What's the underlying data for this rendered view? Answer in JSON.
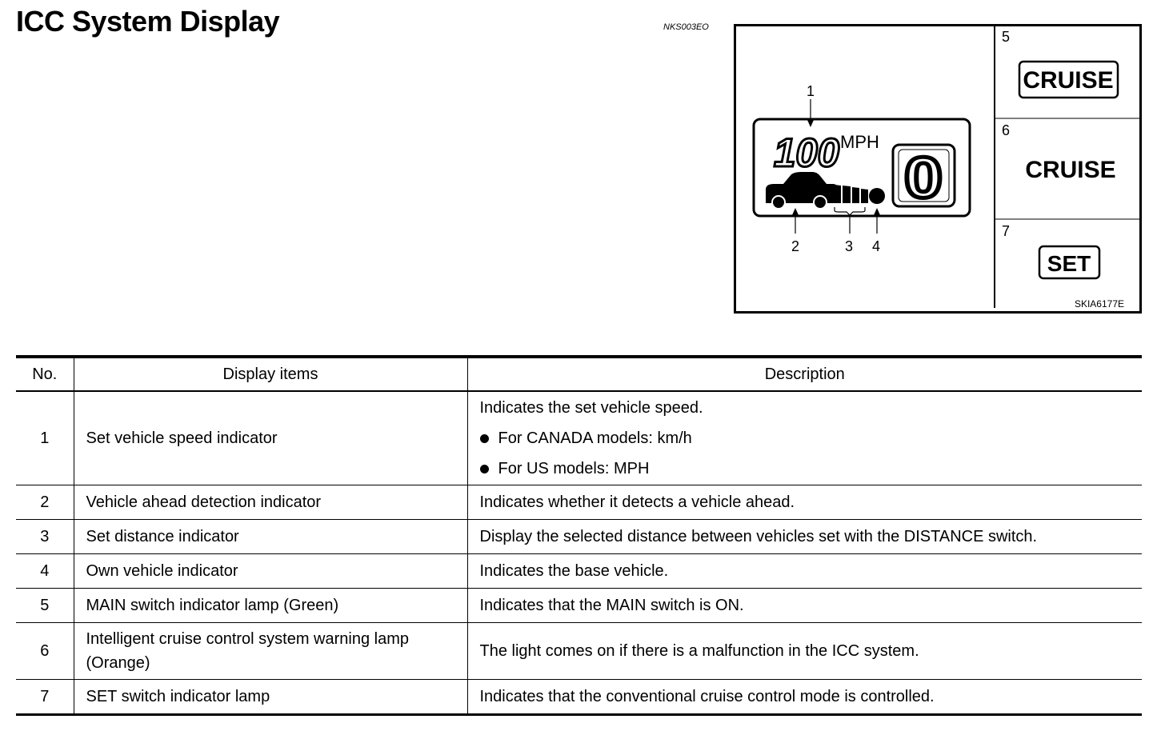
{
  "document": {
    "title": "ICC System Display",
    "section_code": "NKS003EO"
  },
  "figure": {
    "display": {
      "speed_value": "100",
      "speed_unit": "MPH",
      "distance_digit": "0"
    },
    "callouts": [
      "1",
      "2",
      "3",
      "4"
    ],
    "panels": [
      {
        "number": "5",
        "label": "CRUISE",
        "boxed": true
      },
      {
        "number": "6",
        "label": "CRUISE",
        "boxed": false
      },
      {
        "number": "7",
        "label": "SET",
        "boxed": true
      }
    ],
    "figure_code": "SKIA6177E"
  },
  "table": {
    "headers": {
      "no": "No.",
      "item": "Display items",
      "description": "Description"
    },
    "rows": [
      {
        "no": "1",
        "item": "Set vehicle speed indicator",
        "description": "Indicates the set vehicle speed.",
        "bullets": [
          "For CANADA models: km/h",
          "For US models: MPH"
        ]
      },
      {
        "no": "2",
        "item": "Vehicle ahead detection indicator",
        "description": "Indicates whether it detects a vehicle ahead."
      },
      {
        "no": "3",
        "item": "Set distance indicator",
        "description": "Display the selected distance between vehicles set with the DISTANCE switch."
      },
      {
        "no": "4",
        "item": "Own vehicle indicator",
        "description": "Indicates the base vehicle."
      },
      {
        "no": "5",
        "item": "MAIN switch indicator lamp (Green)",
        "description": "Indicates that the MAIN switch is ON."
      },
      {
        "no": "6",
        "item": "Intelligent cruise control system warning lamp (Orange)",
        "description": "The light comes on if there is a malfunction in the ICC system."
      },
      {
        "no": "7",
        "item": "SET switch indicator lamp",
        "description": "Indicates that the conventional cruise control mode is controlled."
      }
    ]
  }
}
